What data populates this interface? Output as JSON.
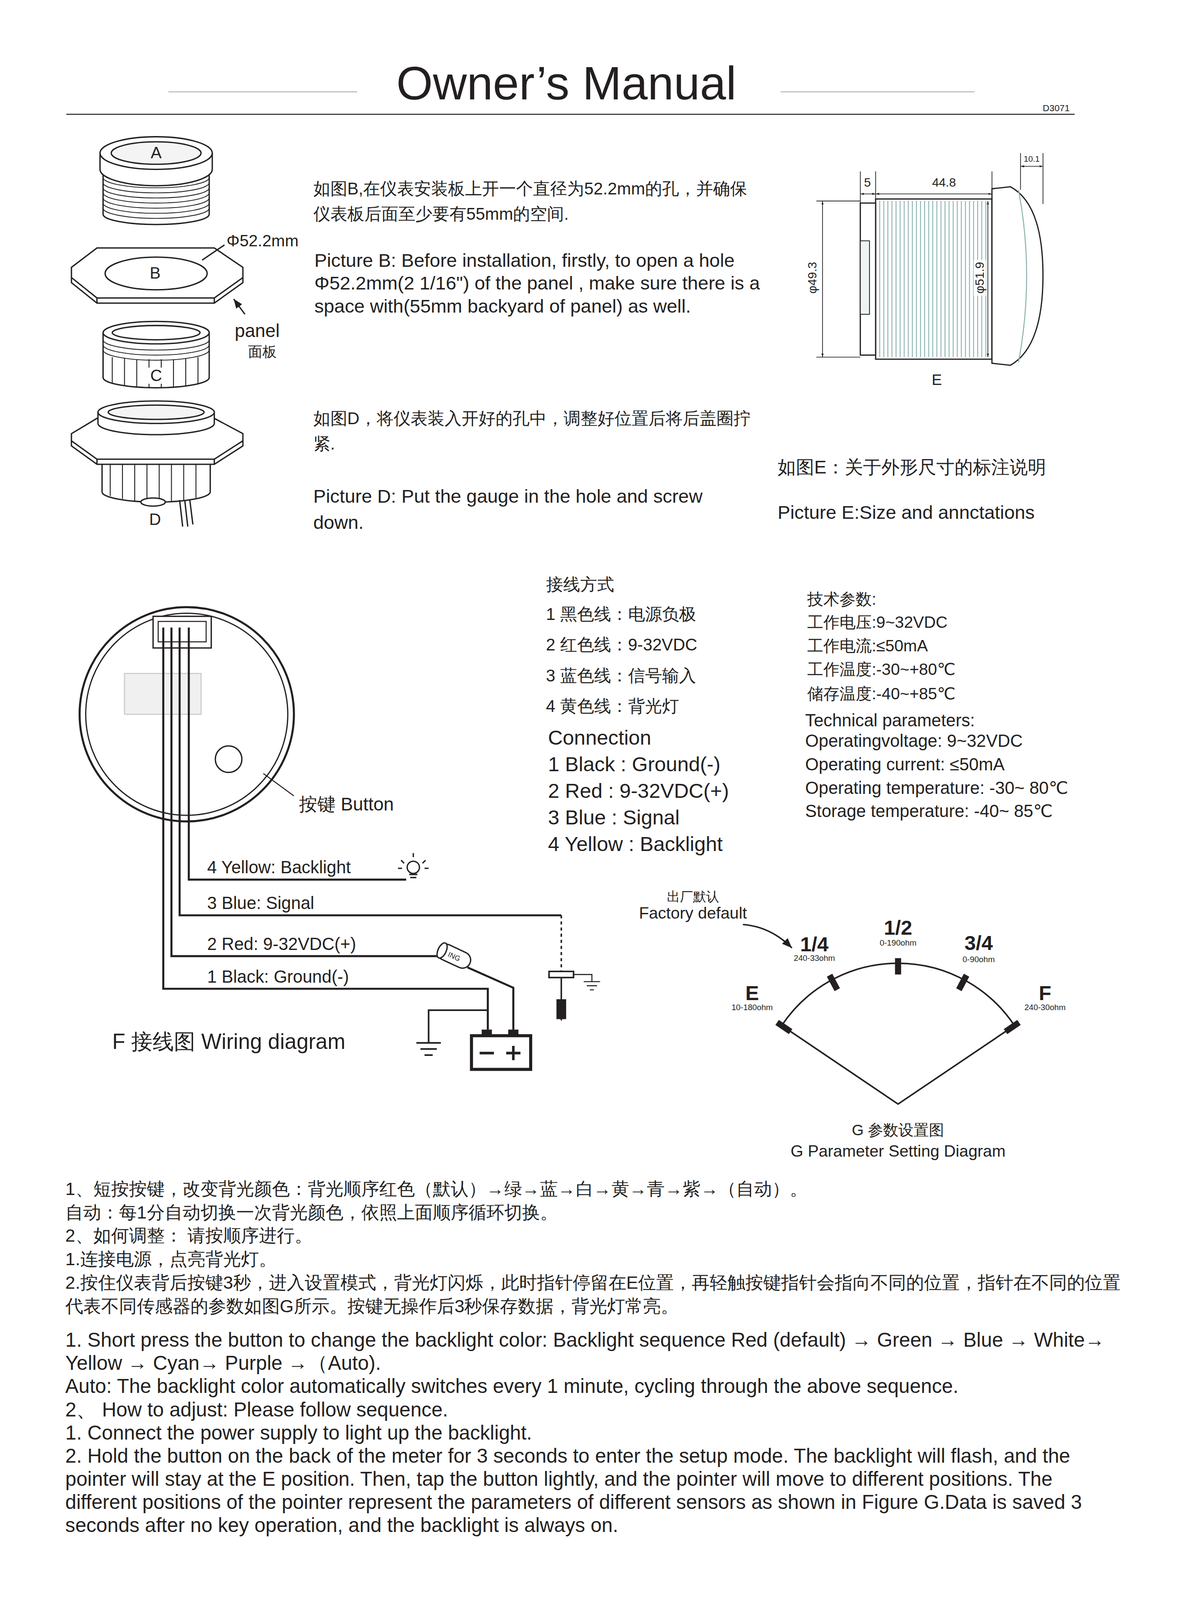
{
  "diagram": {
    "title": "Owner’s Manual",
    "labels": [
      "D3071",
      "A",
      "Φ52.2mm",
      "B",
      "panel",
      "面板",
      "C",
      "D",
      "如图B,在仪表安装板上开一个直径为52.2mm的孔，并确保仪表板后面至少要有55mm的空间.",
      "Picture B: Before installation, firstly, to open a hole Φ52.2mm(2 1/16\") of the panel , make sure there is a space with(55mm backyard of panel) as well.",
      "如图D，将仪表装入开好的孔中，调整好位置后将后盖圈拧紧.",
      "Picture D: Put the gauge in the hole and screw down.",
      "5",
      "44.8",
      "10.1",
      "φ49.3",
      "φ51.9",
      "E",
      "如图E：关于外形尺寸的标注说明",
      "Picture E:Size and annctations",
      "接线方式",
      "1 黑色线：电源负极",
      "2 红色线：9-32VDC",
      "3 蓝色线：信号输入",
      "4 黄色线：背光灯",
      "Connection",
      "1 Black : Ground(-)",
      "2 Red : 9-32VDC(+)",
      "3 Blue : Signal",
      "4 Yellow : Backlight",
      "技术参数:",
      "工作电压:9~32VDC",
      "工作电流:≤50mA",
      "工作温度:-30~+80℃",
      "储存温度:-40~+85℃",
      "Technical parameters:",
      "Operatingvoltage: 9~32VDC",
      "Operating current: ≤50mA",
      "Operating temperature: -30~ 80℃",
      "Storage temperature: -40~ 85℃",
      "按键 Button",
      "4 Yellow: Backlight",
      "3 Blue: Signal",
      "2 Red: 9-32VDC(+)",
      "1 Black: Ground(-)",
      "ING",
      "F 接线图 Wiring diagram",
      "出厂默认",
      "Factory default",
      "1/4",
      "240-33ohm",
      "1/2",
      "0-190ohm",
      "3/4",
      "0-90ohm",
      "E",
      "10-180ohm",
      "F",
      "240-30ohm",
      "G 参数设置图",
      "G Parameter Setting Diagram",
      "1、短按按键，改变背光颜色：背光顺序红色（默认）→绿→蓝→白→黄→青→紫→（自动）。",
      "自动：每1分自动切换一次背光颜色，依照上面顺序循环切换。",
      "2、如何调整： 请按顺序进行。",
      "1.连接电源，点亮背光灯。",
      "2.按住仪表背后按键3秒，进入设置模式，背光灯闪烁，此时指针停留在E位置，再轻触按键指针会指向不同的位置，指针在不同的位置代表不同传感器的参数如图G所示。按键无操作后3秒保存数据，背光灯常亮。",
      "1. Short press the button to change the backlight color: Backlight sequence Red (default) → Green → Blue → White→ Yellow → Cyan→ Purple →（Auto).",
      "Auto: The backlight color automatically switches every 1 minute, cycling through the above sequence.",
      "2、 How to adjust: Please follow sequence.",
      "1. Connect the power supply to light up the backlight.",
      "2. Hold the button on the back of the meter for 3 seconds to enter the setup mode. The backlight will flash, and the pointer will stay at the E position. Then, tap the button lightly, and the pointer will move to different positions. The different positions of the pointer represent the parameters of different sensors as shown in Figure G.Data is saved 3 seconds after no key operation, and the backlight is always on."
    ]
  }
}
